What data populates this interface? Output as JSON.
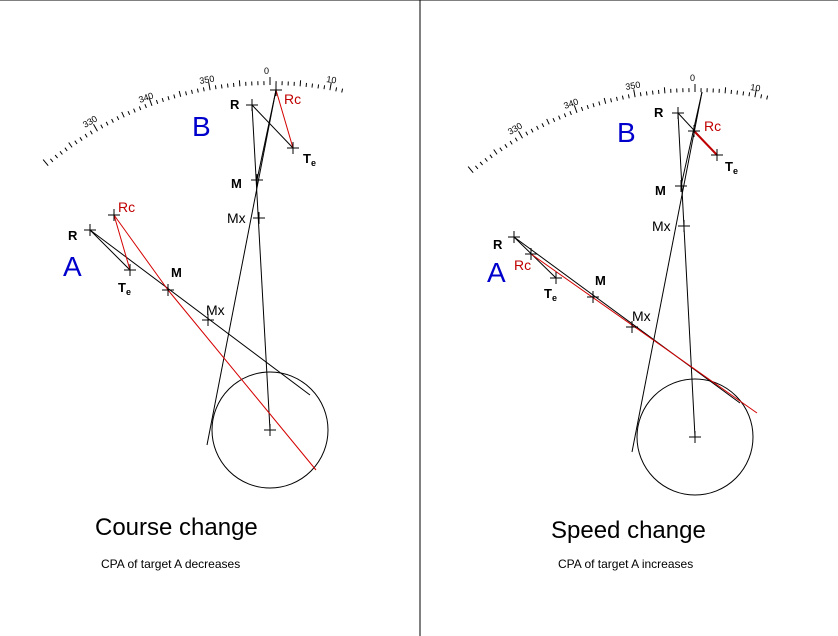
{
  "panels": [
    {
      "title": "Course change",
      "subtitle": "CPA of target A decreases",
      "target_a_label": "A",
      "target_b_label": "B",
      "points": {
        "R": "R",
        "Rc": "Rc",
        "Te": "T",
        "Te_sub": "e",
        "M": "M",
        "Mx": "Mx"
      },
      "scale_labels": [
        "330",
        "340",
        "350",
        "0",
        "10"
      ]
    },
    {
      "title": "Speed change",
      "subtitle": "CPA of target A increases",
      "target_a_label": "A",
      "target_b_label": "B",
      "points": {
        "R": "R",
        "Rc": "Rc",
        "Te": "T",
        "Te_sub": "e",
        "M": "M",
        "Mx": "Mx"
      },
      "scale_labels": [
        "330",
        "340",
        "350",
        "0",
        "10"
      ]
    }
  ],
  "colors": {
    "line": "#000000",
    "relative_course": "#d40000",
    "target_label": "#0000cc",
    "rc_label": "#c00000"
  }
}
